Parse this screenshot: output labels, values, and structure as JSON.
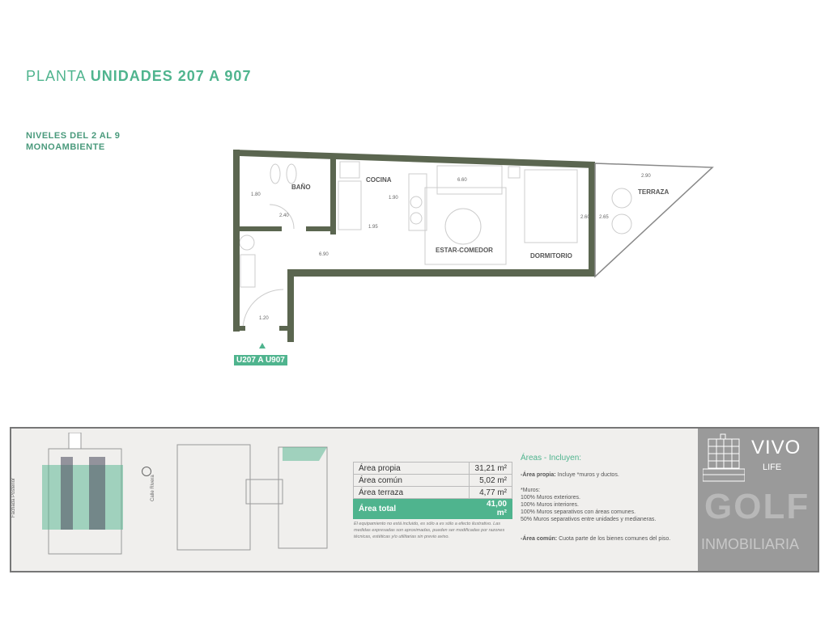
{
  "header": {
    "title_prefix": "PLANTA",
    "title_main": "UNIDADES 207 A 907",
    "levels": "NIVELES DEL 2 AL 9",
    "type": "MONOAMBIENTE"
  },
  "plan": {
    "rooms": {
      "bano": "BAÑO",
      "cocina": "COCINA",
      "estar": "ESTAR-COMEDOR",
      "dormitorio": "DORMITORIO",
      "terraza": "TERRAZA"
    },
    "dims": {
      "d1": "1.80",
      "d2": "2.40",
      "d3": "1.90",
      "d4": "1.95",
      "d5": "6.60",
      "d6": "6.90",
      "d7": "1.20",
      "d8": "2.60",
      "d9": "2.65",
      "d10": "2.90"
    },
    "unit_badge": "U207 A U907"
  },
  "panel": {
    "facade_label": "Fachada Posterior",
    "street_label": "Calle Rivera",
    "areas": [
      {
        "label": "Área propia",
        "value": "31,21 m²"
      },
      {
        "label": "Área común",
        "value": "5,02 m²"
      },
      {
        "label": "Área terraza",
        "value": "4,77 m²"
      }
    ],
    "total": {
      "label": "Área total",
      "value": "41,00 m²"
    },
    "note": "El equipamiento no está incluido, es sólo a es sólo a efecto ilustrativo. Las medidas expresadas son aproximadas, pueden ser modificadas por razones técnicas, estéticas y/o utilitarias sin previo aviso.",
    "includes_title": "Áreas - Incluyen:",
    "propia_label": "-Área propia:",
    "propia_text": "Incluye *muros y ductos.",
    "muros": [
      "*Muros:",
      "100% Muros exteriores.",
      "100% Muros interiores.",
      "100% Muros separativos con áreas comunes.",
      "50% Muros separativos entre unidades y medianeras."
    ],
    "comun_label": "-Área común:",
    "comun_text": "Cuota parte de los bienes comunes del piso."
  },
  "logo": {
    "brand": "VIVO",
    "sub": "LIFE",
    "watermark": "GOLF",
    "watermark_sub": "INMOBILIARIA"
  },
  "colors": {
    "accent": "#4fb48e",
    "wall": "#5b6650"
  }
}
